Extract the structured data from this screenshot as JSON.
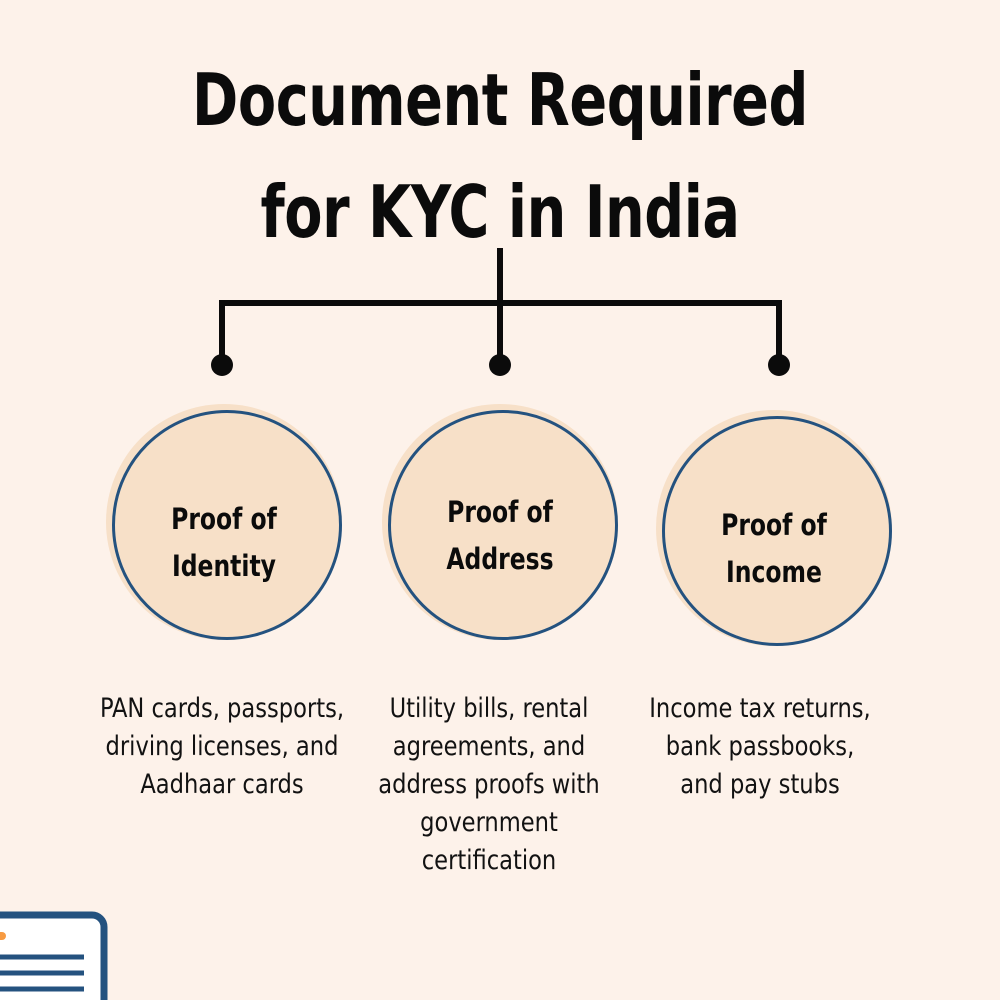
{
  "meta": {
    "kind": "infographic",
    "layout": "hierarchy-three-branch"
  },
  "colors": {
    "background": "#FDF2EA",
    "circle_fill": "#F7E0C8",
    "circle_stroke": "#24527F",
    "connector": "#0B0B0B",
    "title_text": "#0B0B0B",
    "body_text": "#121212",
    "icon_navy": "#24527F",
    "icon_orange": "#F79B42",
    "icon_paper": "#FFFFFF"
  },
  "title": {
    "line1": "Document Required",
    "line2": "for KYC in India",
    "full": "Document Required for KYC in India"
  },
  "connector": {
    "stem_label": "root-stem",
    "bar_label": "horizontal-bar",
    "branch_count": 3,
    "dot_radius": 10
  },
  "nodes": [
    {
      "id": "proof-of-identity",
      "label_line1": "Proof of",
      "label_line2": "Identity",
      "label_full": "Proof of Identity",
      "description": "PAN cards, passports, driving licenses, and Aadhaar cards",
      "description_lines": [
        "PAN cards,",
        "passports, driving",
        "licenses, and",
        "Aadhaar cards"
      ]
    },
    {
      "id": "proof-of-address",
      "label_line1": "Proof of",
      "label_line2": "Address",
      "label_full": "Proof of Address",
      "description": "Utility bills, rental agreements, and address proofs with government certification",
      "description_lines": [
        "Utility bills, rental",
        "agreements, and",
        "address proofs",
        "with government",
        "certification"
      ]
    },
    {
      "id": "proof-of-income",
      "label_line1": "Proof of",
      "label_line2": "Income",
      "label_full": "Proof of Income",
      "description": "Income tax returns, bank passbooks, and pay stubs",
      "description_lines": [
        "Income tax",
        "returns, bank",
        "passbooks, and",
        "pay stubs"
      ]
    }
  ],
  "decoration": {
    "doc_icon_name": "document-icon",
    "doc_icon_line_count": 5,
    "doc_icon_has_orange_accent": true
  }
}
